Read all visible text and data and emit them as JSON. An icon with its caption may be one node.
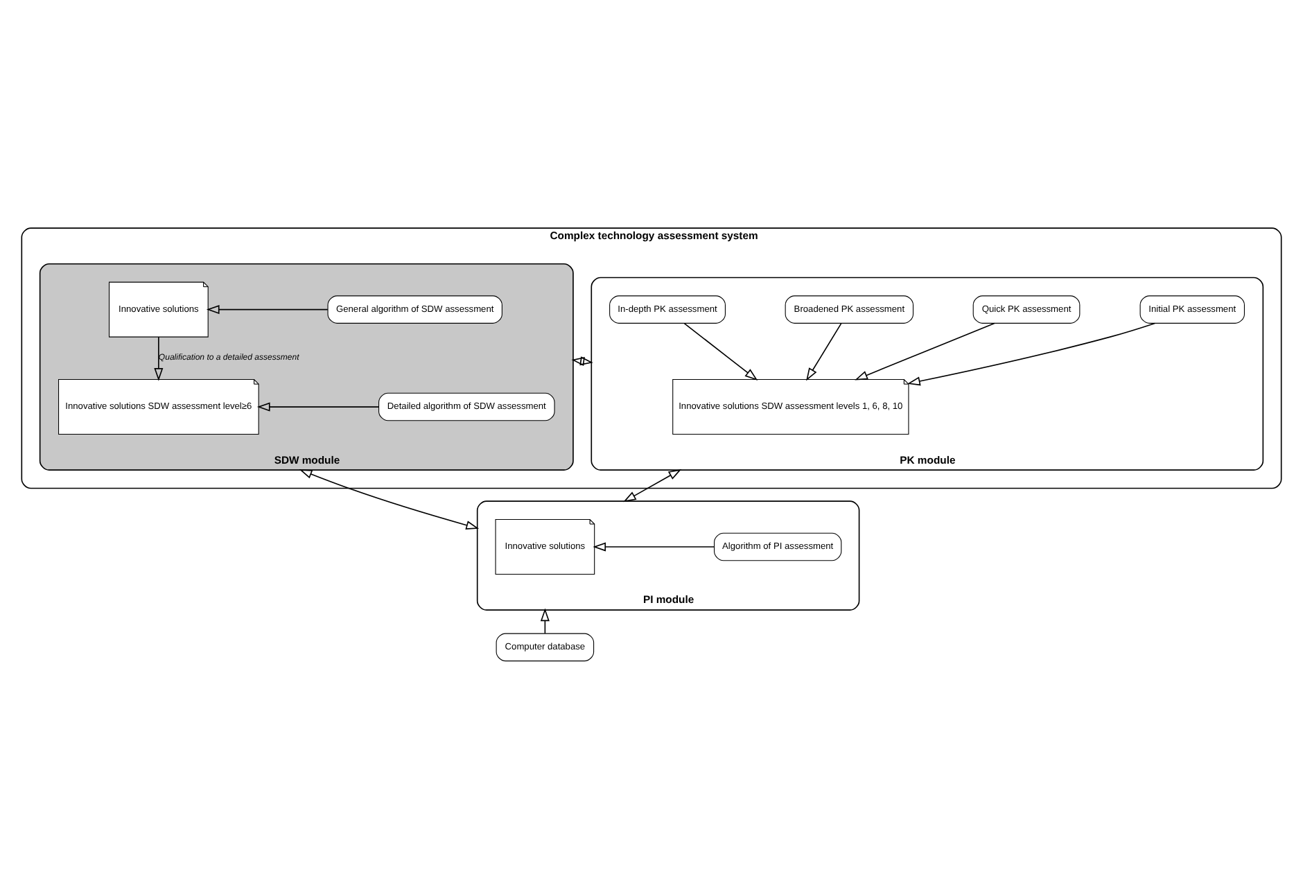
{
  "diagram": {
    "nodes": [
      {
        "text": [
          "Complex technology assessment system"
        ]
      },
      {
        "text": [
          "SDW module"
        ],
        "in": 0
      },
      {
        "text": [
          "Innovative solutions"
        ],
        "in": 1
      },
      {
        "text": [
          "General algorithm of SDW assessment"
        ],
        "in": 1
      },
      {
        "text": [
          "Innovative solutions SDW assessment level≥6"
        ],
        "in": 1
      },
      {
        "text": [
          "Detailed algorithm of SDW assessment"
        ],
        "in": 1
      },
      {
        "text": [
          "PK module"
        ],
        "in": 0
      },
      {
        "text": [
          "Innovative solutions SDW assessment levels 1, 6, 8, 10"
        ],
        "in": 6
      },
      {
        "text": [
          "Initial PK assessment"
        ],
        "in": 6
      },
      {
        "text": [
          "Quick PK assessment"
        ],
        "in": 6
      },
      {
        "text": [
          "Broadened PK assessment"
        ],
        "in": 6
      },
      {
        "text": [
          "In-depth PK assessment"
        ],
        "in": 6
      },
      {
        "text": [
          "PI module"
        ]
      },
      {
        "text": [
          "Innovative solutions"
        ],
        "in": 12
      },
      {
        "text": [
          "Algorithm of PI assessment"
        ],
        "in": 12
      },
      {
        "text": [
          "Computer database"
        ]
      }
    ],
    "edges": [
      {
        "from": 3,
        "to": 2,
        "arrow": "to"
      },
      {
        "from": 2,
        "to": 4,
        "arrow": "to",
        "label": "Qualification to a detailed assessment"
      },
      {
        "from": 5,
        "to": 4,
        "arrow": "to"
      },
      {
        "from": 1,
        "to": 6,
        "arrow": "both"
      },
      {
        "from": 8,
        "to": 7,
        "arrow": "to"
      },
      {
        "from": 9,
        "to": 7,
        "arrow": "to"
      },
      {
        "from": 10,
        "to": 7,
        "arrow": "to"
      },
      {
        "from": 11,
        "to": 7,
        "arrow": "to"
      },
      {
        "from": 1,
        "to": 12,
        "arrow": "both"
      },
      {
        "from": 6,
        "to": 12,
        "arrow": "both"
      },
      {
        "from": 14,
        "to": 13,
        "arrow": "to"
      },
      {
        "from": 15,
        "to": 12,
        "arrow": "to"
      }
    ]
  }
}
